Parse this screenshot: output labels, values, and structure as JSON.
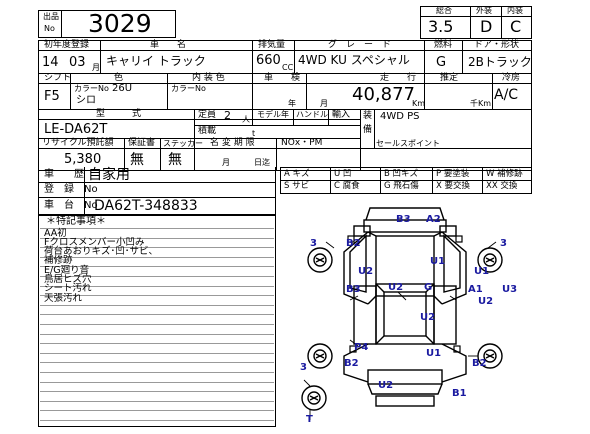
{
  "header": {
    "lot_label_1": "出品",
    "lot_label_2": "No",
    "lot_number": "3029",
    "overall_label": "総合",
    "overall_value": "3.5",
    "exterior_label": "外装",
    "exterior_value": "D",
    "interior_label": "内装",
    "interior_value": "C"
  },
  "row1": {
    "first_reg_label": "初年度登録",
    "first_reg_year": "14",
    "first_reg_month": "03",
    "month_unit": "月",
    "model_name_label": "車　　名",
    "model_name": "キャリイ トラック",
    "displacement_label": "排気量",
    "displacement_value": "660",
    "displacement_unit": "CC",
    "grade_label": "グ　レ　ー　ド",
    "grade_value": "4WD KU スペシャル",
    "fuel_label": "燃料",
    "fuel_value": "G",
    "door_label": "ドア・形状",
    "door_value": "2Bトラック"
  },
  "row2": {
    "shift_label": "シフト",
    "shift_value": "F5",
    "color_label": "色",
    "color_no_label": "カラーNo",
    "color_no": "26U",
    "color_name": "シロ",
    "interior_color_label": "内 装 色",
    "interior_color_no_label": "カラーNo",
    "inspection_label": "車　　検",
    "inspection_year_unit": "年",
    "inspection_month_unit": "月",
    "mileage_label": "走　　行",
    "mileage_value": "40,877",
    "mileage_unit": "Km",
    "estimate_label": "推定",
    "estimate_unit": "千Km",
    "aircon_label": "冷房",
    "aircon_value": "A/C"
  },
  "row3": {
    "model_code_label": "型　　　式",
    "model_code": "LE-DA62T",
    "capacity_label": "定員",
    "capacity_value": "2",
    "capacity_unit": "人",
    "model_year_label": "モデル年",
    "handle_label": "ハンドル",
    "import_label": "輸入",
    "load_label": "積載",
    "load_unit": "t",
    "equipment_label_1": "装",
    "equipment_label_2": "備",
    "equipment_value": "4WD PS"
  },
  "row4": {
    "recycle_label": "リサイクル預託額",
    "recycle_value": "5,380",
    "warranty_label": "保証書",
    "warranty_value": "無",
    "sticker_label": "ステッカー",
    "sticker_value": "無",
    "name_change_label": "名 変 期 限",
    "name_change_month": "月",
    "name_change_day": "日迄",
    "nox_label": "NOx・PM",
    "sales_point_label": "セールスポイント"
  },
  "history": {
    "label": "車　　歴",
    "value": "自家用"
  },
  "registration": {
    "label": "登　録　No"
  },
  "chassis": {
    "label": "車　台　No",
    "value": "DA62T-348833"
  },
  "legend": [
    [
      "A",
      "キズ"
    ],
    [
      "U",
      "凹"
    ],
    [
      "B",
      "凹キズ"
    ],
    [
      "P",
      "要塗装"
    ],
    [
      "W",
      "補修跡"
    ],
    [
      "S",
      "サビ"
    ],
    [
      "C",
      "腐食"
    ],
    [
      "G",
      "飛石傷"
    ],
    [
      "X",
      "要交換"
    ],
    [
      "XX",
      "交換"
    ]
  ],
  "notes": {
    "title": "＊特記事項＊",
    "lines": [
      "AA初",
      "Fクロスメンバー小凹み",
      "荷台あおりキズ･凹･サビ、",
      "補修跡",
      "E/G廻り音",
      "鳥居ヒズ穴",
      "シート汚れ",
      "天張汚れ"
    ]
  },
  "diagram": {
    "marks": [
      "B3",
      "A2",
      "3",
      "B2",
      "U1",
      "3",
      "U2",
      "U1",
      "B3",
      "U2",
      "G",
      "A1",
      "U2",
      "U3",
      "U2",
      "P4",
      "U1",
      "3",
      "B2",
      "B2",
      "U2",
      "B1",
      "T"
    ]
  }
}
